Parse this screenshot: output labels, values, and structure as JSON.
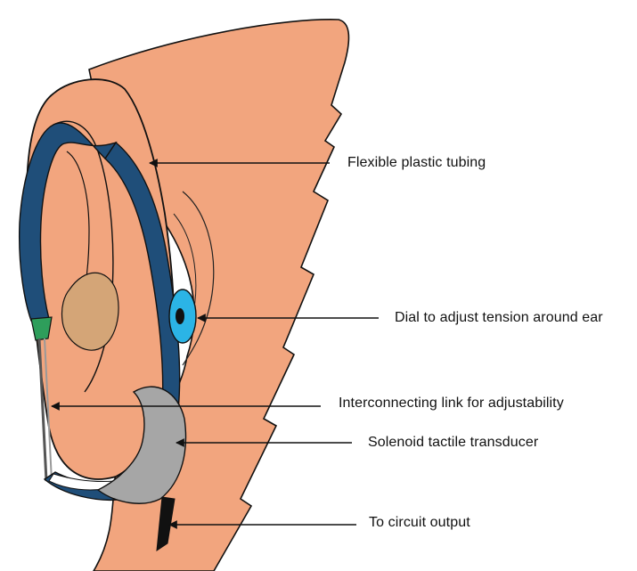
{
  "labels": {
    "tubing": "Flexible plastic tubing",
    "dial": "Dial to adjust tension around ear",
    "link": "Interconnecting link for adjustability",
    "transducer": "Solenoid tactile transducer",
    "output": "To circuit output"
  },
  "colors": {
    "skin": "#F2A57E",
    "skin_shadow": "#D4A577",
    "tubing": "#1F4E79",
    "dial": "#2BB4E6",
    "transducer": "#A6A6A6",
    "tip": "#2E9E5B",
    "cable": "#111111",
    "line": "#111111"
  }
}
